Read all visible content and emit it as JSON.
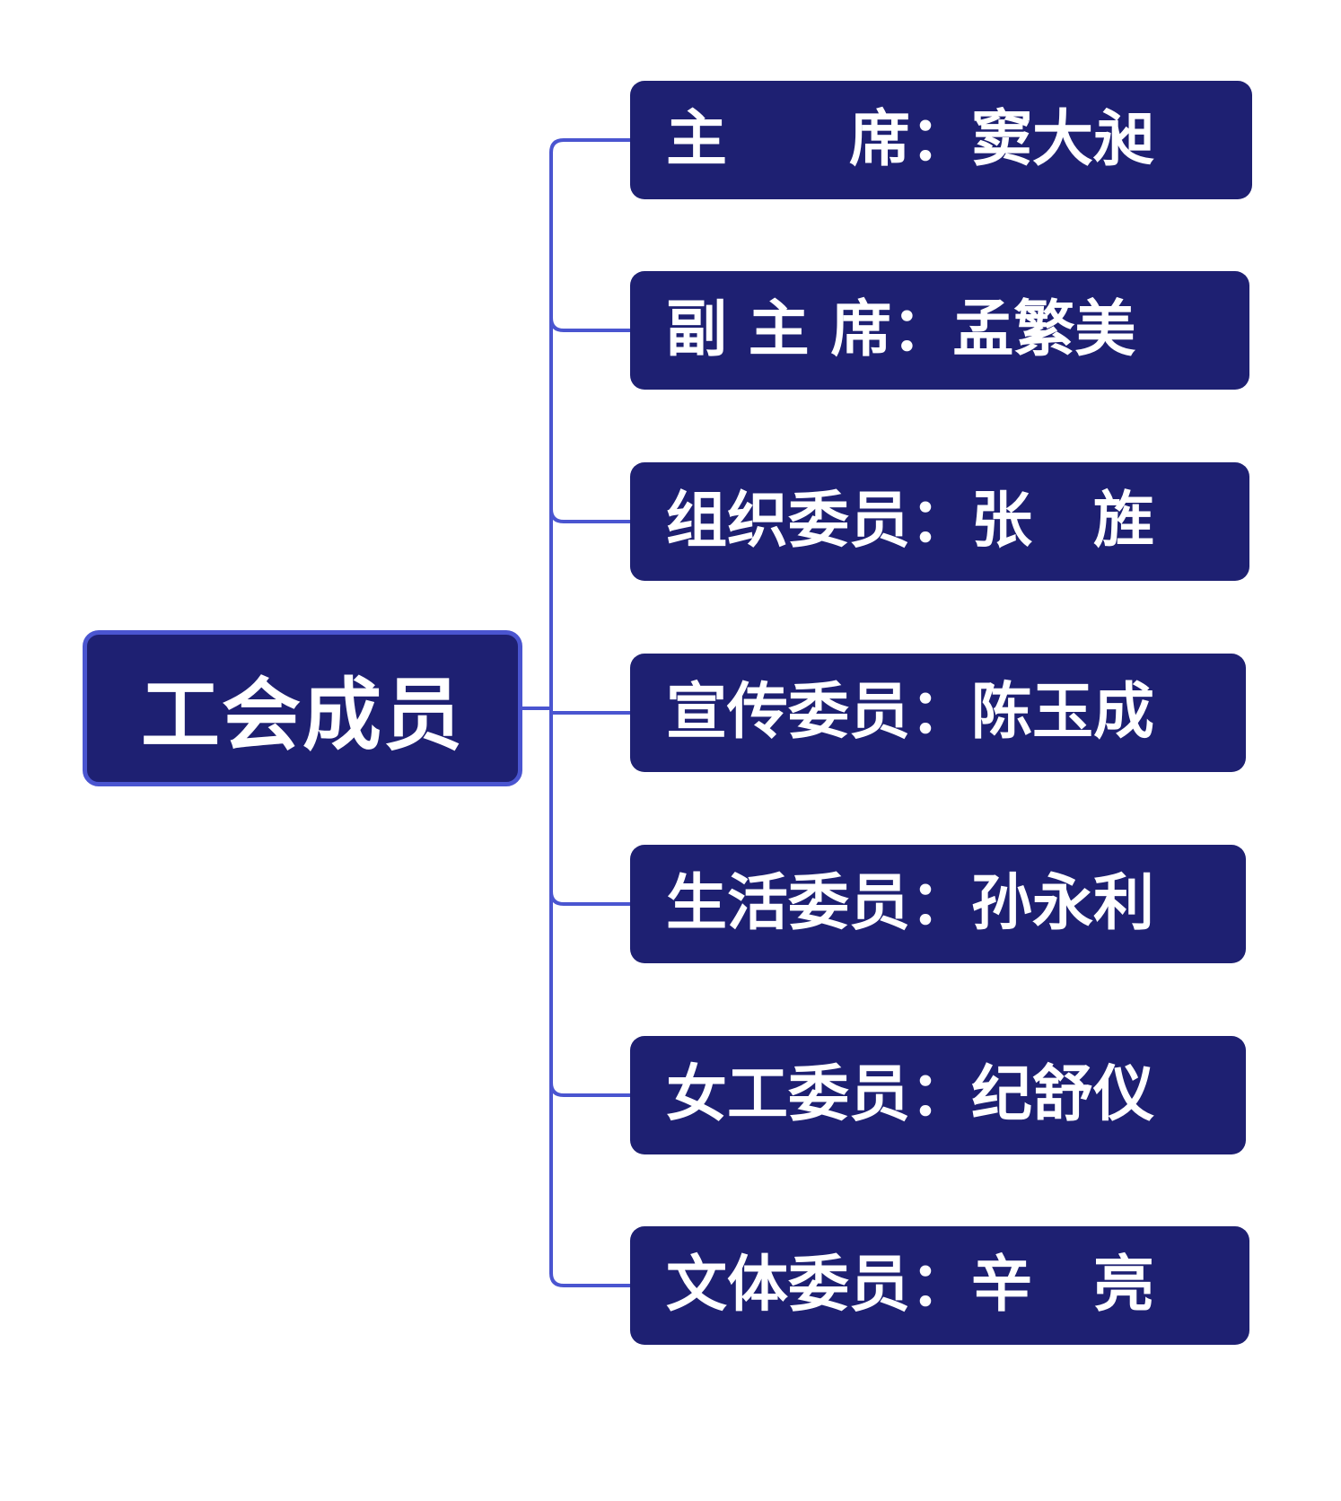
{
  "diagram": {
    "root": {
      "label": "工会成员"
    },
    "members": [
      {
        "role": "主　　席",
        "name": "窦大昶"
      },
      {
        "role": "副 主 席",
        "name": "孟繁美"
      },
      {
        "role": "组织委员",
        "name": "张　旌"
      },
      {
        "role": "宣传委员",
        "name": "陈玉成"
      },
      {
        "role": "生活委员",
        "name": "孙永利"
      },
      {
        "role": "女工委员",
        "name": "纪舒仪"
      },
      {
        "role": "文体委员",
        "name": "辛　亮"
      }
    ],
    "separator": "：",
    "colors": {
      "node_fill": "#1e2072",
      "connector": "#4a55d0",
      "text": "#ffffff"
    }
  }
}
